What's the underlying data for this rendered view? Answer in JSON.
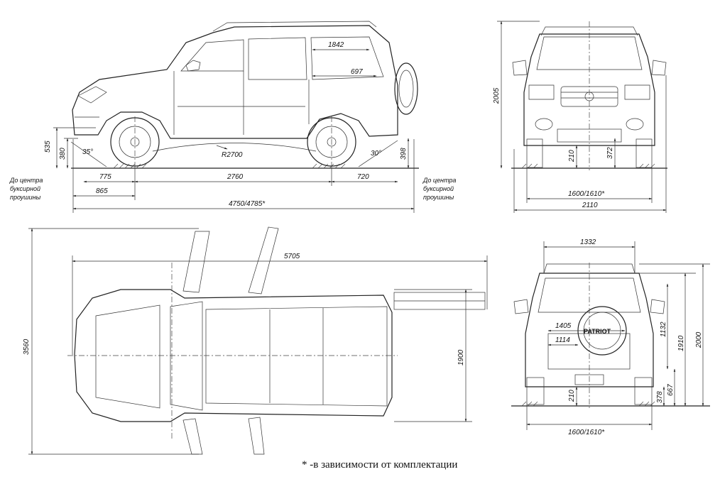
{
  "side_view": {
    "roof_length": "1842",
    "door_dim": "697",
    "clearance_535": "535",
    "clearance_380": "380",
    "approach_angle": "35°",
    "turning_radius": "R2700",
    "departure_angle": "30°",
    "rear_height": "398",
    "front_overhang": "775",
    "wheelbase": "2760",
    "rear_overhang": "720",
    "hook_to_axle": "865",
    "overall_length": "4750/4785*",
    "tow_note_left": [
      "До центра",
      "буксирной",
      "проушины"
    ],
    "tow_note_right": [
      "До центра",
      "буксирной",
      "проушины"
    ]
  },
  "front_view": {
    "height": "2005",
    "ground_210": "210",
    "ground_372": "372",
    "track": "1600/1610*",
    "width": "2110"
  },
  "top_view": {
    "doors_open_length": "5705",
    "doors_open_width": "3560",
    "body_width": "1900"
  },
  "rear_view": {
    "roof_width": "1332",
    "tailgate_width": "1405",
    "tailgate_opening": "1114",
    "tailgate_height": "1132",
    "height_1910": "1910",
    "height_2000": "2000",
    "dim_378": "378",
    "dim_667": "667",
    "ground_210": "210",
    "track": "1600/1610*",
    "badge": "PATRIOT"
  },
  "footnote": "* -в зависимости от комплектации"
}
